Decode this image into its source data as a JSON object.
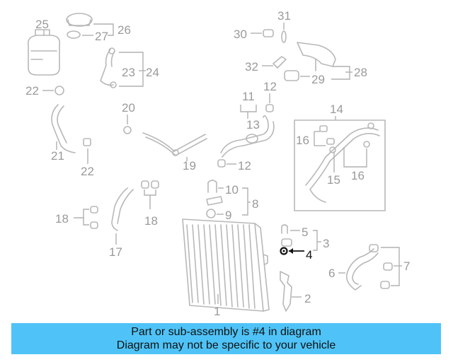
{
  "callouts": {
    "c1": "1",
    "c2": "2",
    "c3": "3",
    "c4": "4",
    "c5": "5",
    "c6": "6",
    "c7": "7",
    "c8": "8",
    "c9": "9",
    "c10": "10",
    "c11": "11",
    "c12a": "12",
    "c12b": "12",
    "c13": "13",
    "c14": "14",
    "c15": "15",
    "c16a": "16",
    "c16b": "16",
    "c17": "17",
    "c18a": "18",
    "c18b": "18",
    "c19": "19",
    "c20": "20",
    "c21": "21",
    "c22a": "22",
    "c22b": "22",
    "c23": "23",
    "c24": "24",
    "c25": "25",
    "c26": "26",
    "c27": "27",
    "c28": "28",
    "c29": "29",
    "c30": "30",
    "c31": "31",
    "c32": "32"
  },
  "highlighted_part": "4",
  "caption": {
    "line1": "Part or sub-assembly is #4 in diagram",
    "line2": "Diagram may not be specific to your vehicle"
  },
  "colors": {
    "caption_bg": "#4fc3f7",
    "part_gray": "#b8b8b8",
    "highlight": "#111111"
  }
}
